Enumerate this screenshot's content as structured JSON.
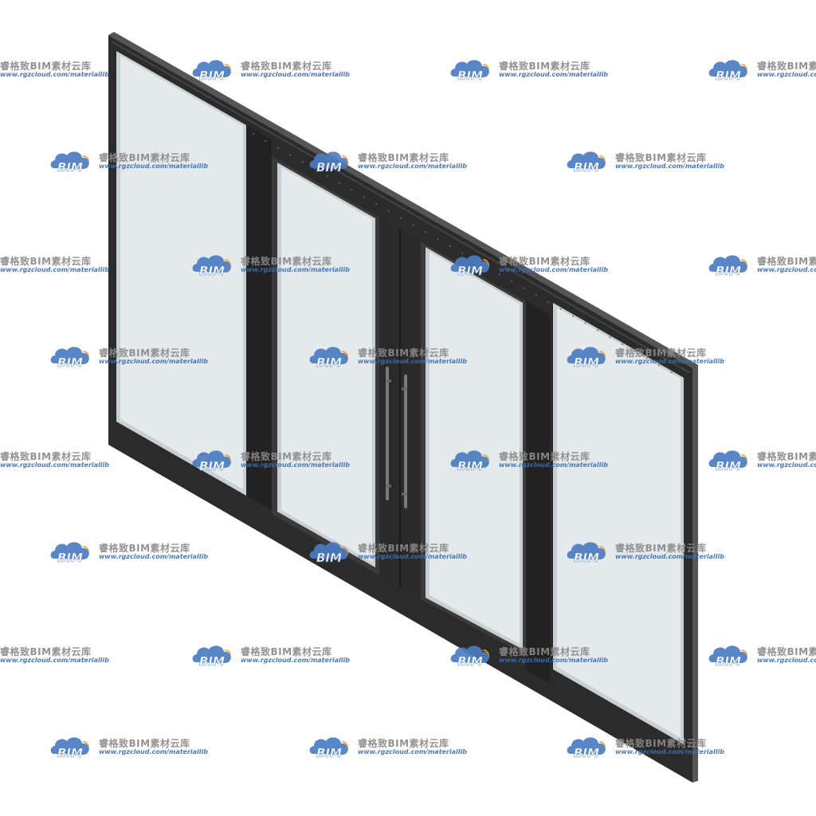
{
  "scene": {
    "subject": "four-panel glass door",
    "colors": {
      "frame": "#2b2b2b",
      "frame_edge": "#555555",
      "frame_shadow": "#1a1a1a",
      "glass": "#e4e9ec",
      "glass_edge": "#c9d0d4",
      "background": "#ffffff"
    }
  },
  "watermark": {
    "logo_text": "BIM",
    "brand": "睿格致BIM素材云库",
    "url": "www.rgzcloud.com/materiallib",
    "colors": {
      "cloud_blue": "#4a7cc2",
      "cloud_orange": "#f0a030",
      "logo_text": "#ffffff"
    }
  }
}
